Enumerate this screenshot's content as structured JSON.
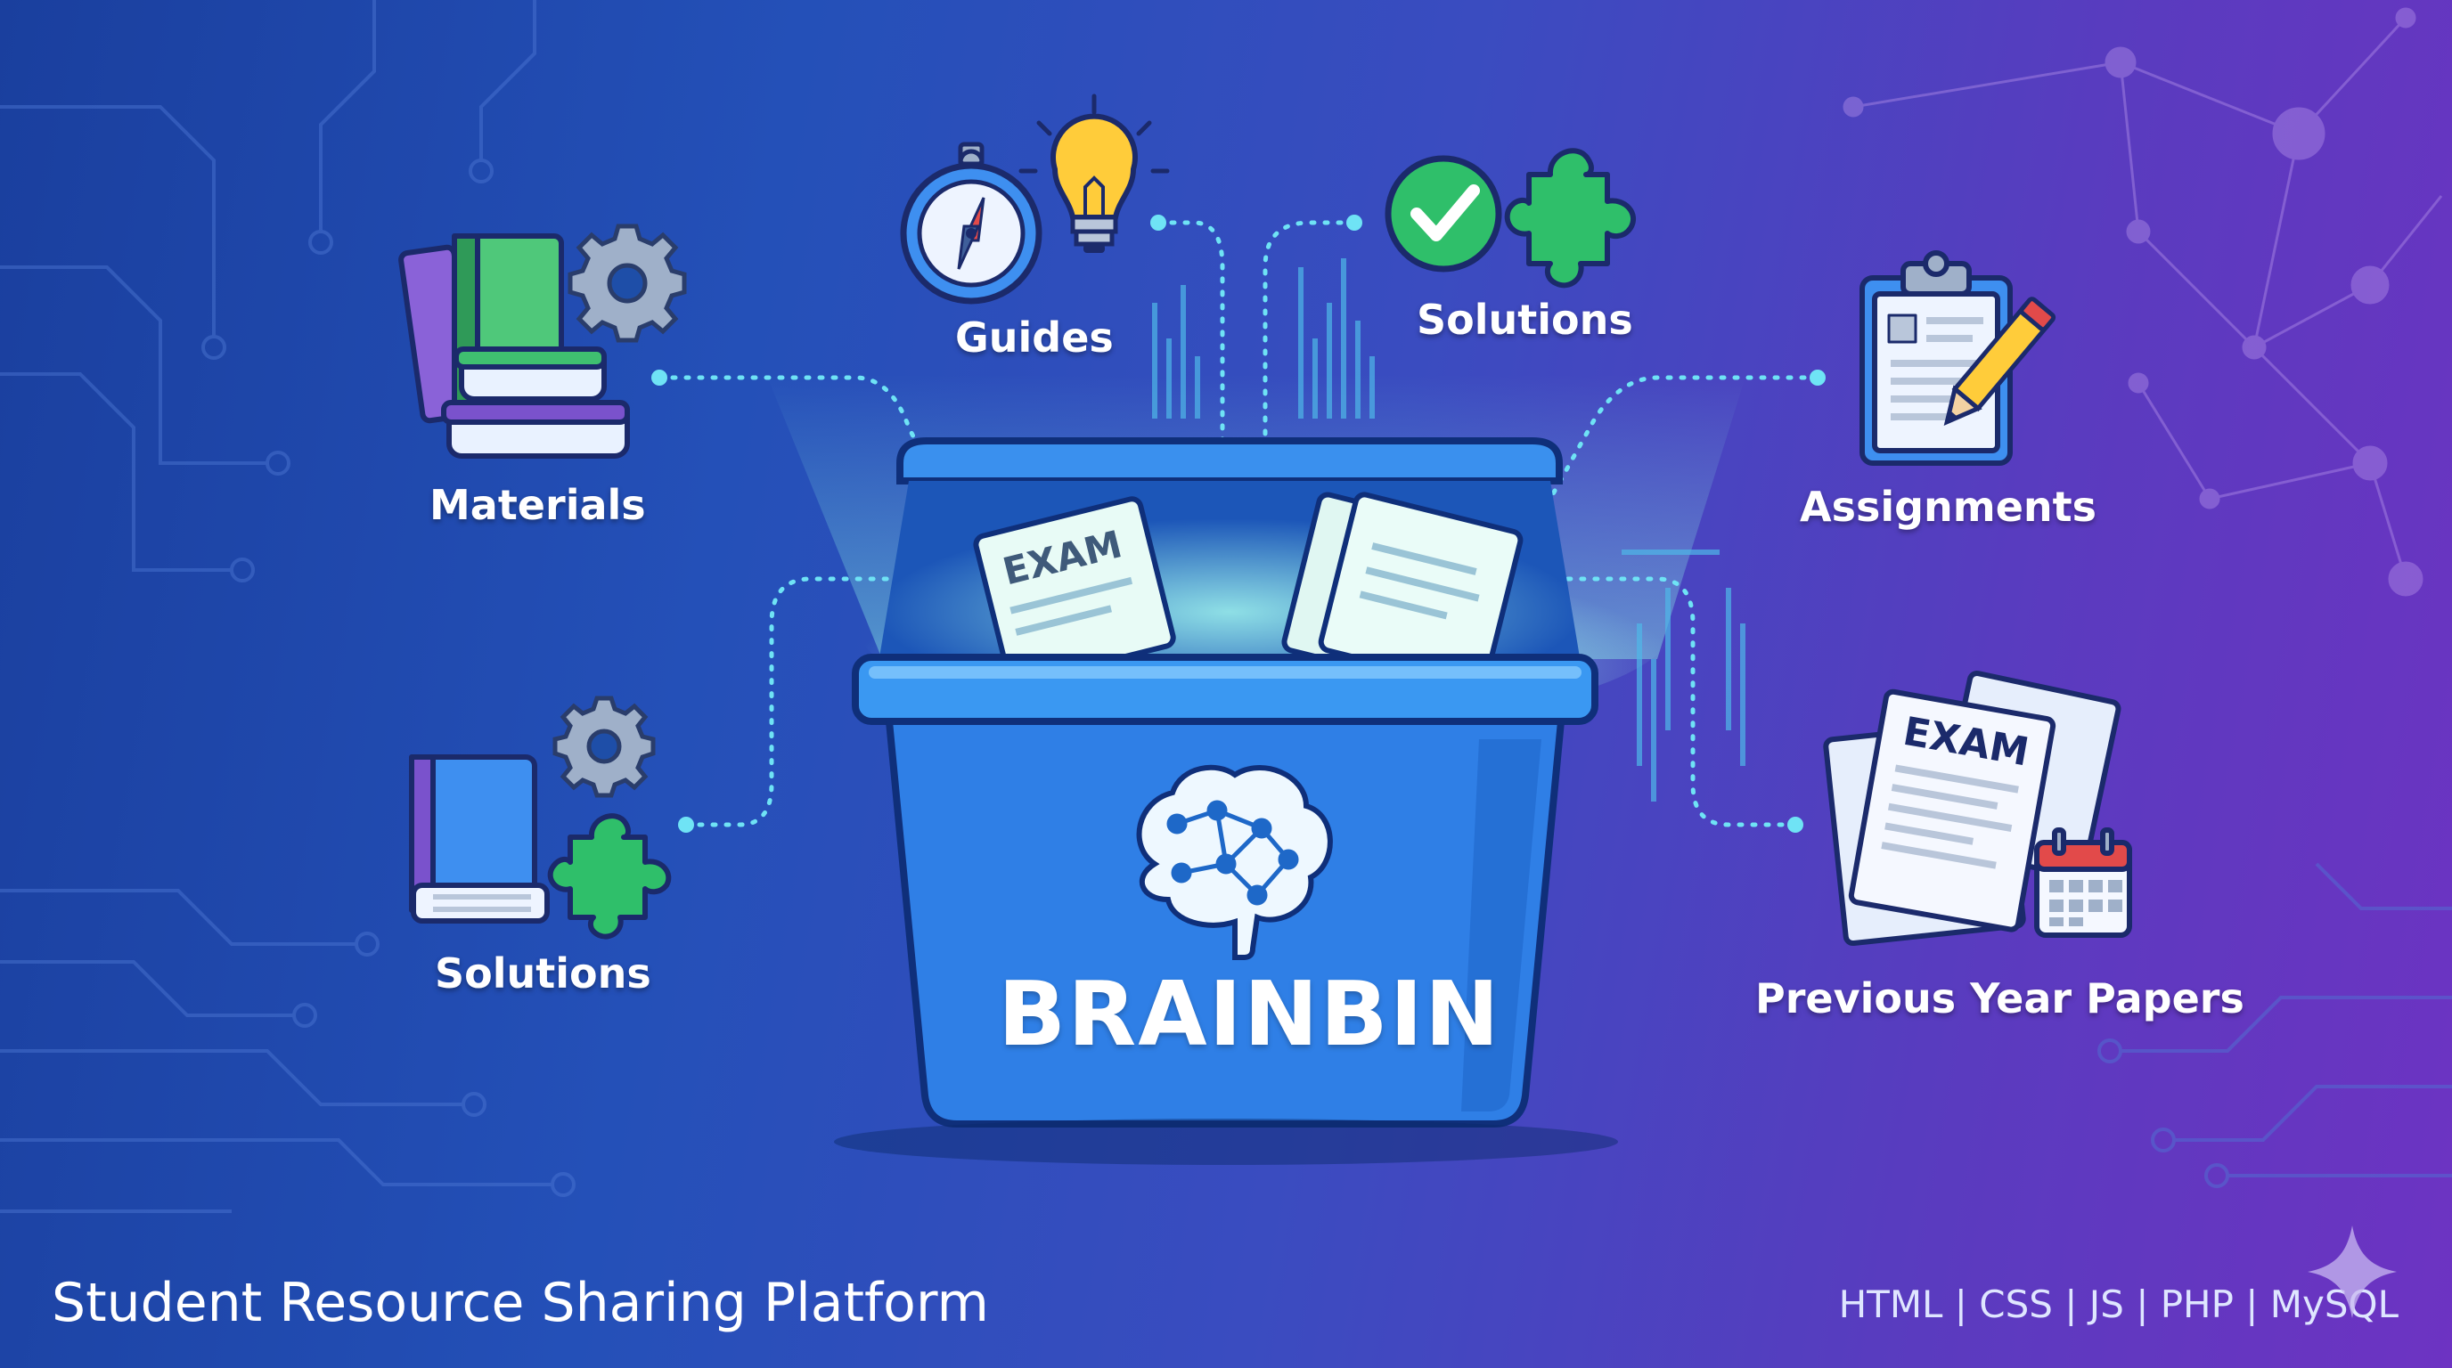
{
  "categories": {
    "materials": "Materials",
    "guides": "Guides",
    "solutions_top": "Solutions",
    "assignments": "Assignments",
    "solutions_left": "Solutions",
    "previous_year_papers": "Previous Year Papers"
  },
  "bin": {
    "brand": "BRAINBIN",
    "exam_label": "EXAM"
  },
  "papers": {
    "exam_label": "EXAM"
  },
  "footer": {
    "tagline": "Student Resource Sharing Platform",
    "tech_stack": "HTML | CSS | JS | PHP | MySQL"
  },
  "colors": {
    "bg_left": "#1a3f9e",
    "bg_right": "#6d33c2",
    "bin_blue": "#2f7fe6",
    "accent_glow": "#5ff0d8",
    "dot_line": "#6fe3f5"
  },
  "icons": [
    "books-icon",
    "gear-icon",
    "compass-icon",
    "lightbulb-icon",
    "checkmark-icon",
    "puzzle-icon",
    "clipboard-icon",
    "pencil-icon",
    "book-icon",
    "exam-papers-icon",
    "calendar-icon",
    "brain-icon",
    "sparkle-icon"
  ]
}
